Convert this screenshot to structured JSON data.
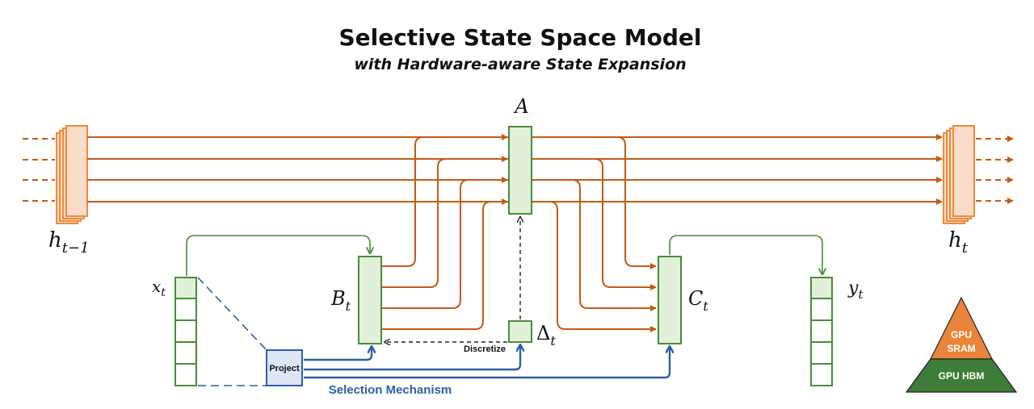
{
  "title": "Selective State Space Model",
  "subtitle": "with Hardware-aware State Expansion",
  "labels": {
    "A": "A",
    "h_prev_main": "h",
    "h_prev_sub": "t−1",
    "h_next_main": "h",
    "h_next_sub": "t",
    "x_main": "x",
    "x_sub": "t",
    "B_main": "B",
    "B_sub": "t",
    "C_main": "C",
    "C_sub": "t",
    "y_main": "y",
    "y_sub": "t",
    "delta_main": "Δ",
    "delta_sub": "t",
    "discretize": "Discretize",
    "project": "Project",
    "selection": "Selection Mechanism"
  },
  "pyramid": {
    "top_line1": "GPU",
    "top_line2": "SRAM",
    "bottom": "GPU HBM",
    "top_color": "#e9843a",
    "bottom_color": "#3d7d37"
  },
  "colors": {
    "state": "#c45a15",
    "state_fill": "#fbdcc8",
    "state_stroke": "#ee8a3c",
    "param_fill": "#e2f0d9",
    "param_stroke": "#4a8c3a",
    "select": "#2e5fa3",
    "project_fill": "#dce6f4"
  }
}
